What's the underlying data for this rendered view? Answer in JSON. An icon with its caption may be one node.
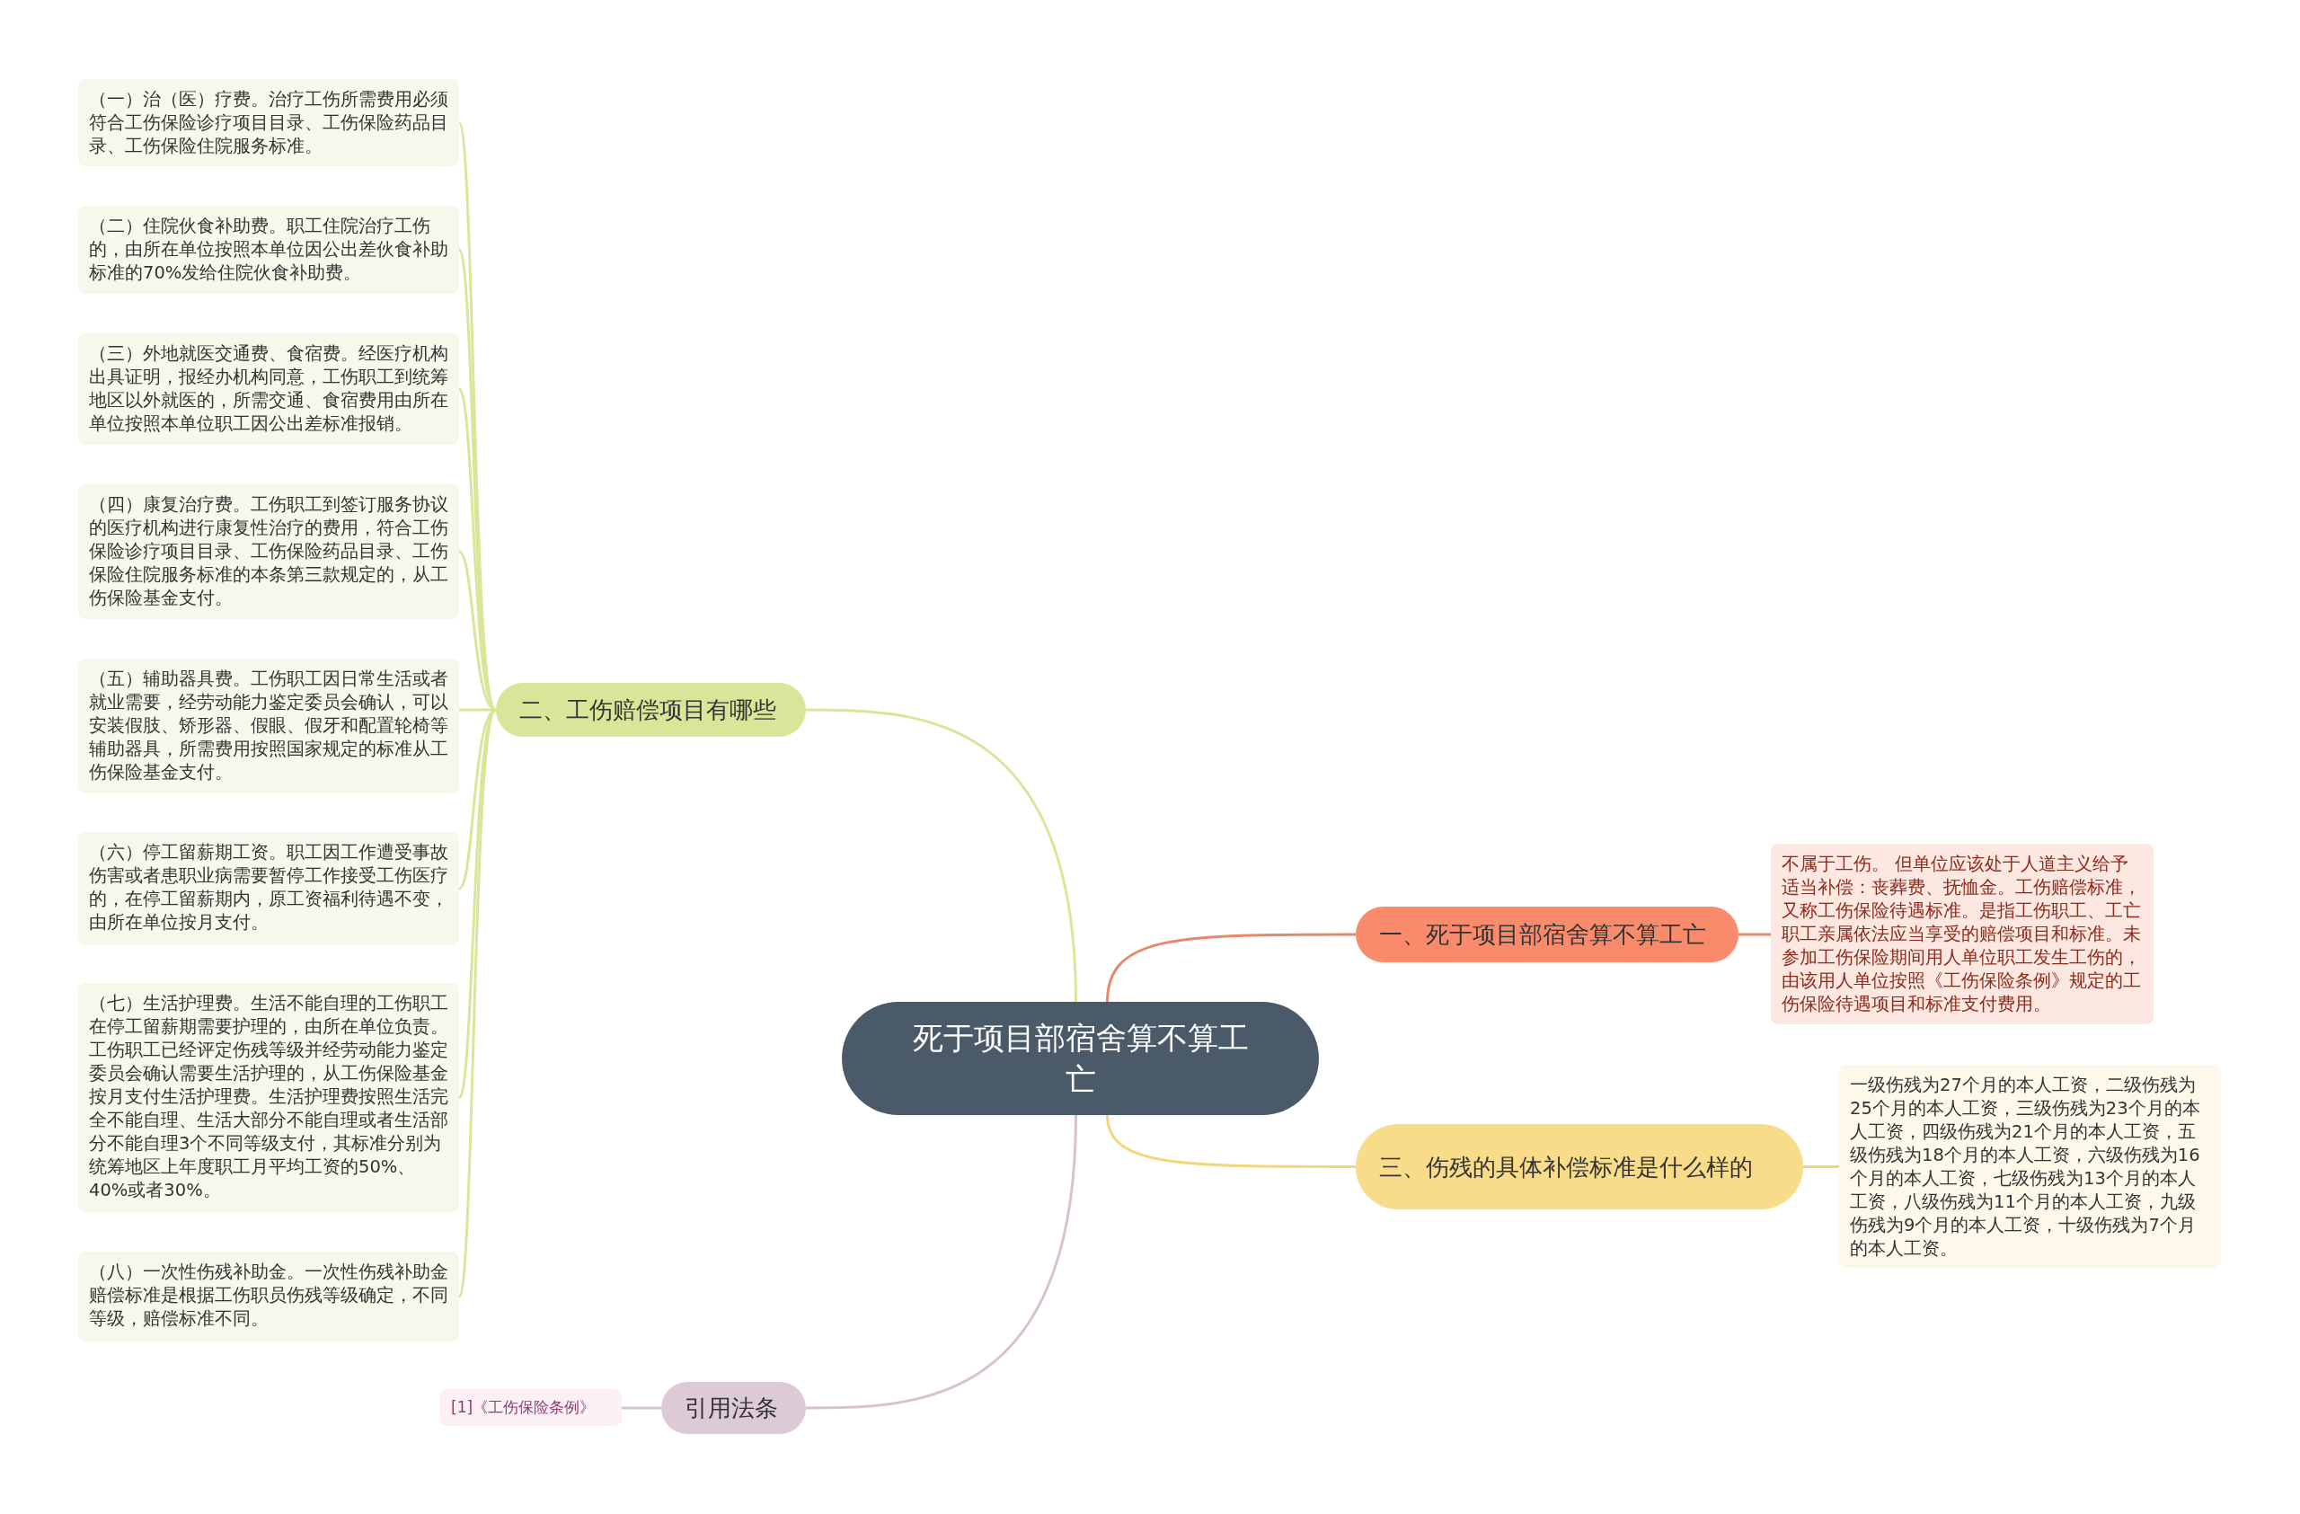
{
  "diagram": {
    "nodes": [
      {
        "text": [
          "死于项目部宿舍算不算工亡"
        ]
      },
      {
        "text": [
          "一、死于项目部宿舍算不算工亡"
        ]
      },
      {
        "text": [
          "不属于工伤。 但单位应该处于人道主义给予适当补偿：丧葬费、抚恤金。工伤赔偿标准，又称工伤保险待遇标准。是指工伤职工、工亡职工亲属依法应当享受的赔偿项目和标准。未参加工伤保险期间用人单位职工发生工伤的，由该用人单位按照《工伤保险条例》规定的工伤保险待遇项目和标准支付费用。"
        ]
      },
      {
        "text": [
          "二、工伤赔偿项目有哪些"
        ]
      },
      {
        "text": [
          "（一）治（医）疗费。治疗工伤所需费用必须符合工伤保险诊疗项目目录、工伤保险药品目录、工伤保险住院服务标准。"
        ]
      },
      {
        "text": [
          "（二）住院伙食补助费。职工住院治疗工伤的，由所在单位按照本单位因公出差伙食补助标准的70%发给住院伙食补助费。"
        ]
      },
      {
        "text": [
          "（三）外地就医交通费、食宿费。经医疗机构出具证明，报经办机构同意，工伤职工到统筹地区以外就医的，所需交通、食宿费用由所在单位按照本单位职工因公出差标准报销。"
        ]
      },
      {
        "text": [
          "（四）康复治疗费。工伤职工到签订服务协议的医疗机构进行康复性治疗的费用，符合工伤保险诊疗项目目录、工伤保险药品目录、工伤保险住院服务标准的本条第三款规定的，从工伤保险基金支付。"
        ]
      },
      {
        "text": [
          "（五）辅助器具费。工伤职工因日常生活或者就业需要，经劳动能力鉴定委员会确认，可以安装假肢、矫形器、假眼、假牙和配置轮椅等辅助器具，所需费用按照国家规定的标准从工伤保险基金支付。"
        ]
      },
      {
        "text": [
          "（六）停工留薪期工资。职工因工作遭受事故伤害或者患职业病需要暂停工作接受工伤医疗的，在停工留薪期内，原工资福利待遇不变，由所在单位按月支付。"
        ]
      },
      {
        "text": [
          "（七）生活护理费。生活不能自理的工伤职工在停工留薪期需要护理的，由所在单位负责。工伤职工已经评定伤残等级并经劳动能力鉴定委员会确认需要生活护理的，从工伤保险基金按月支付生活护理费。生活护理费按照生活完全不能自理、生活大部分不能自理或者生活部分不能自理3个不同等级支付，其标准分别为统筹地区上年度职工月平均工资的50%、40%或者30%。"
        ]
      },
      {
        "text": [
          "（八）一次性伤残补助金。一次性伤残补助金赔偿标准是根据工伤职员伤残等级确定，不同等级，赔偿标准不同。"
        ]
      },
      {
        "text": [
          "三、伤残的具体补偿标准是什么样的"
        ]
      },
      {
        "text": [
          "一级伤残为27个月的本人工资，二级伤残为25个月的本人工资，三级伤残为23个月的本人工资，四级伤残为21个月的本人工资，五级伤残为18个月的本人工资，六级伤残为16个月的本人工资，七级伤残为13个月的本人工资，八级伤残为11个月的本人工资，九级伤残为9个月的本人工资，十级伤残为7个月的本人工资。"
        ]
      },
      {
        "text": [
          "引用法条"
        ]
      },
      {
        "text": [
          "[1]《工伤保险条例》"
        ]
      }
    ],
    "edges": [
      {
        "from": 0,
        "to": 1,
        "arrow": "none",
        "color": "#e8876a"
      },
      {
        "from": 1,
        "to": 2,
        "arrow": "none",
        "color": "#e8876a"
      },
      {
        "from": 0,
        "to": 3,
        "arrow": "none"
      },
      {
        "from": 3,
        "to": 4,
        "arrow": "none"
      },
      {
        "from": 3,
        "to": 5,
        "arrow": "none"
      },
      {
        "from": 3,
        "to": 6,
        "arrow": "none"
      },
      {
        "from": 3,
        "to": 7,
        "arrow": "none"
      },
      {
        "from": 3,
        "to": 8,
        "arrow": "none"
      },
      {
        "from": 3,
        "to": 9,
        "arrow": "none"
      },
      {
        "from": 3,
        "to": 10,
        "arrow": "none"
      },
      {
        "from": 3,
        "to": 11,
        "arrow": "none"
      },
      {
        "from": 0,
        "to": 12,
        "arrow": "none",
        "color": "#f3d57c"
      },
      {
        "from": 12,
        "to": 13,
        "arrow": "none",
        "color": "#f3d57c"
      },
      {
        "from": 0,
        "to": 14,
        "arrow": "none",
        "color": "#d7c3cf"
      },
      {
        "from": 14,
        "to": 15,
        "arrow": "none",
        "color": "#d7c3cf"
      }
    ]
  }
}
